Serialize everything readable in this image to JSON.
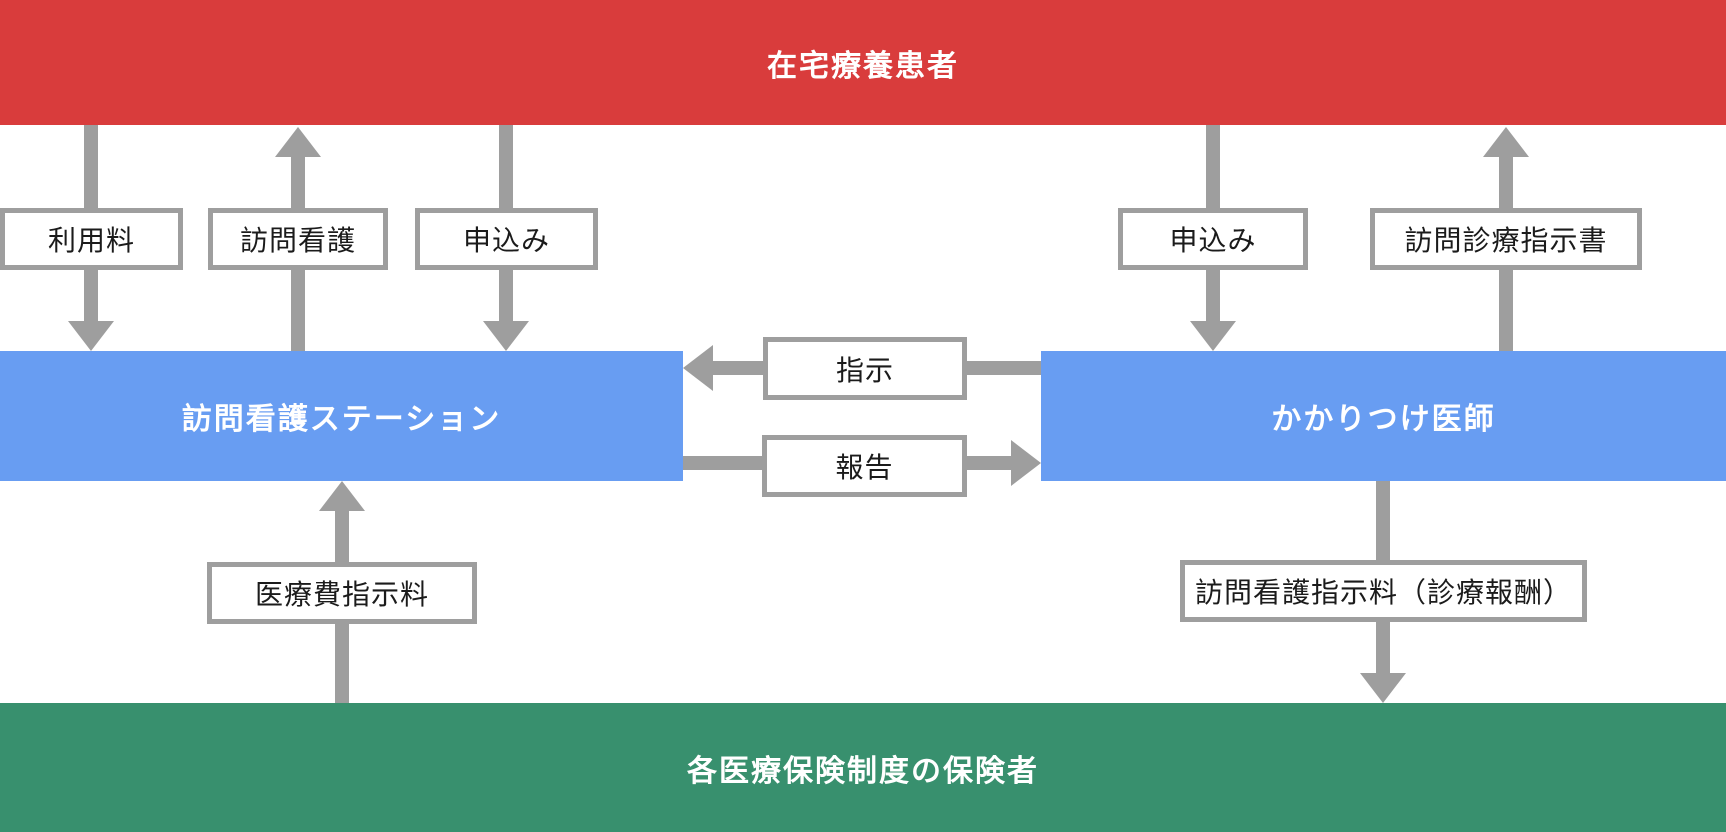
{
  "diagram": {
    "title": "home-care visiting-nursing insurance relations flowchart",
    "nodes": {
      "patient": {
        "label": "在宅療養患者",
        "color": "#d93c3c",
        "text_color": "#ffffff"
      },
      "nursing_station": {
        "label": "訪問看護ステーション",
        "color": "#689df2",
        "text_color": "#ffffff"
      },
      "doctor": {
        "label": "かかりつけ医師",
        "color": "#689df2",
        "text_color": "#ffffff"
      },
      "insurer": {
        "label": "各医療保険制度の保険者",
        "color": "#38906e",
        "text_color": "#ffffff"
      }
    },
    "edges": {
      "usage_fee": {
        "label": "利用料",
        "from": "patient",
        "to": "nursing_station",
        "direction": "down"
      },
      "visiting_nursing": {
        "label": "訪問看護",
        "from": "nursing_station",
        "to": "patient",
        "direction": "up"
      },
      "application_to_station": {
        "label": "申込み",
        "from": "patient",
        "to": "nursing_station",
        "direction": "down"
      },
      "application_to_doctor": {
        "label": "申込み",
        "from": "patient",
        "to": "doctor",
        "direction": "down"
      },
      "home_visit_directive": {
        "label": "訪問診療指示書",
        "from": "doctor",
        "to": "patient",
        "direction": "up"
      },
      "instruction": {
        "label": "指示",
        "from": "doctor",
        "to": "nursing_station",
        "direction": "left"
      },
      "report": {
        "label": "報告",
        "from": "nursing_station",
        "to": "doctor",
        "direction": "right"
      },
      "medical_fee_directive": {
        "label": "医療費指示料",
        "from": "insurer",
        "to": "nursing_station",
        "direction": "up"
      },
      "nursing_directive_fee": {
        "label": "訪問看護指示料（診療報酬）",
        "from": "doctor",
        "to": "insurer",
        "direction": "down"
      }
    },
    "colors": {
      "arrow": "#9e9e9e",
      "label_box_border": "#9e9e9e",
      "label_box_background": "#ffffff",
      "label_text": "#1b1b1b",
      "background": "#ffffff"
    }
  }
}
